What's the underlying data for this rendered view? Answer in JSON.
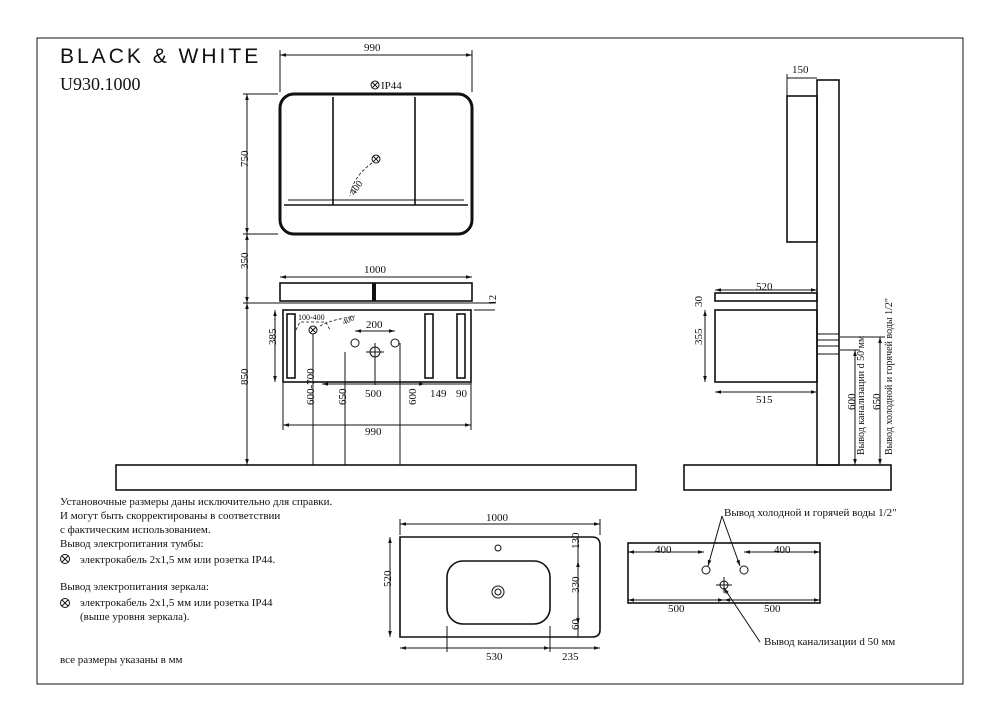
{
  "header": {
    "brand": "BLACK & WHITE",
    "model": "U930.1000"
  },
  "mirror": {
    "width": "990",
    "height": "750",
    "socket": "IP44",
    "radius": "400"
  },
  "vanity_front": {
    "gap": "350",
    "top_width": "1000",
    "top_thickness": "12",
    "body_height": "385",
    "floor_height": "850",
    "cable_range": "100-400",
    "cable_radius": "400",
    "taps_spacing": "200",
    "holes_span": "500",
    "right_offset": "149",
    "right_edge": "90",
    "socket_height": "600-700",
    "drain_height": "650",
    "taps_height": "600",
    "overall_width": "990"
  },
  "side_view": {
    "mirror_depth": "150",
    "top_depth": "520",
    "top_thickness": "30",
    "body_height": "355",
    "body_depth": "515",
    "drain_height": "600",
    "water_height": "650",
    "drain_note": "Вывод канализации d 50 мм",
    "water_note": "Вывод холодной и горячей воды 1/2\""
  },
  "notes": {
    "line1": "Установочные размеры даны исключительно для справки.",
    "line2": "И могут быть скорректированы в соответствии",
    "line3": "с фактическим использованием.",
    "vanity_title": "Вывод электропитания тумбы:",
    "vanity_text": "электрокабель 2х1,5 мм или розетка IP44.",
    "mirror_title": "Вывод электропитания зеркала:",
    "mirror_text": "электрокабель 2х1,5 мм или розетка IP44",
    "mirror_text2": "(выше уровня зеркала).",
    "units": "все размеры указаны в мм"
  },
  "top_view": {
    "width": "1000",
    "depth": "520",
    "back_offset": "130",
    "bowl_depth": "330",
    "front_offset": "60",
    "bowl_width": "530",
    "right_offset": "235"
  },
  "wall_view": {
    "water_label": "Вывод холодной и горячей воды 1/2\"",
    "left_offset": "400",
    "right_offset": "400",
    "left_half": "500",
    "right_half": "500",
    "drain_label": "Вывод канализации d 50 мм"
  }
}
